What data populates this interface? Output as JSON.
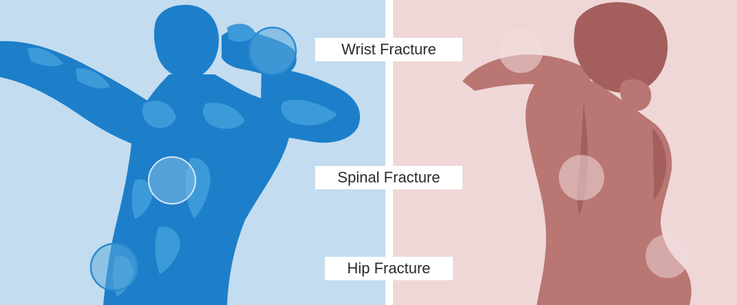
{
  "labels": {
    "wrist": "Wrist Fracture",
    "spinal": "Spinal Fracture",
    "hip": "Hip Fracture"
  },
  "colors": {
    "male_panel_bg": "#c3dcef",
    "male_figure": "#1d7fca",
    "male_figure_light": "#3d9ad8",
    "male_marker": "#5aa9dc",
    "female_panel_bg": "#efd7d8",
    "female_figure": "#b97673",
    "female_figure_dark": "#a45f5c",
    "female_marker": "#f2dcdc",
    "divider": "#ffffff"
  },
  "figures": {
    "left": "male-figure-back-view",
    "right": "female-figure-back-view"
  }
}
